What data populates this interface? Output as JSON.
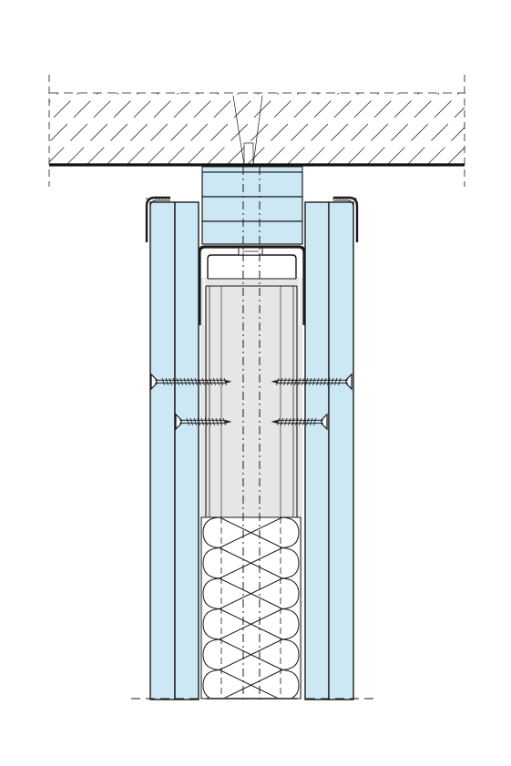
{
  "drawing": {
    "type": "wall-head-section-detail",
    "colors": {
      "board": "#cde8f5",
      "board_edge": "#1a1a1a",
      "cavity": "#e6e6e6",
      "slab_hatch": "#333333",
      "line": "#1a1a1a",
      "background": "#ffffff"
    },
    "parts": [
      "concrete-slab",
      "slab-underside-line",
      "head-board-strips",
      "deflection-track",
      "stud-frame",
      "outer-plasterboard-left",
      "inner-plasterboard-left",
      "inner-plasterboard-right",
      "outer-plasterboard-right",
      "edge-trims",
      "screws",
      "mineral-wool-insulation",
      "centerlines"
    ]
  }
}
